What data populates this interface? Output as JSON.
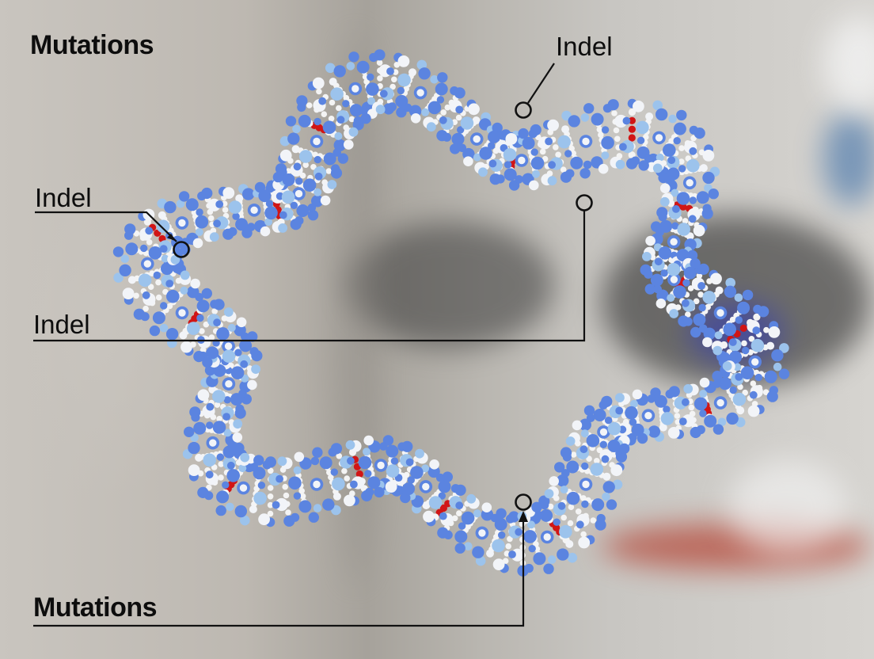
{
  "labels": {
    "title_top": "Mutations",
    "title_bottom": "Mutations",
    "indel_top": "Indel",
    "indel_left": "Indel",
    "indel_mid": "Indel"
  },
  "colors": {
    "backbone_blue": "#5b84e0",
    "backbone_light": "#9cc3ec",
    "backbone_white": "#f2f4f8",
    "base_white": "#f4f4f4",
    "base_red": "#d11515",
    "marker": "#111111",
    "leader_line": "#111111"
  },
  "markers": [
    "indel-top",
    "indel-left",
    "indel-mid",
    "mutation-bottom"
  ]
}
